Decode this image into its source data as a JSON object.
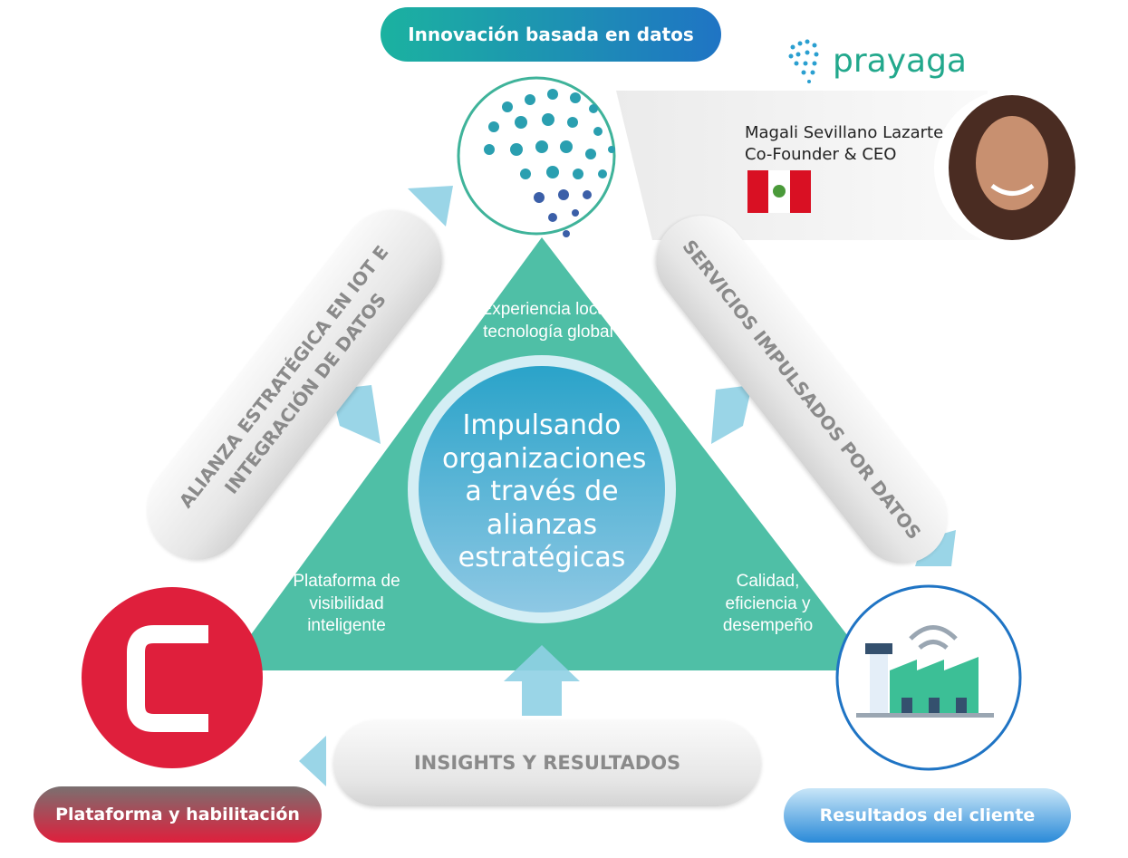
{
  "top_pill": "Innovación basada en datos",
  "logo": "prayaga",
  "person": {
    "name": "Magali Sevillano Lazarte",
    "role": "Co-Founder & CEO"
  },
  "left_band": {
    "line1": "ALIANZA ESTRATÉGICA EN IOT E",
    "line2": "INTEGRACIÓN DE DATOS"
  },
  "right_band": "SERVICIOS IMPULSADOS POR DATOS",
  "bottom_band": "INSIGHTS Y RESULTADOS",
  "triangle": {
    "top": "Experiencia local,\ntecnología global",
    "left": "Plataforma de\nvisibilidad\ninteligente",
    "right": "Calidad,\neficiencia y\ndesempeño"
  },
  "center": "Impulsando organizaciones a través de alianzas estratégicas",
  "bottom_left_pill": "Plataforma y habilitación",
  "bottom_right_pill": "Resultados del cliente",
  "colors": {
    "teal": "#4fbfa6",
    "red": "#df1f3c",
    "blue": "#1f74c4"
  }
}
